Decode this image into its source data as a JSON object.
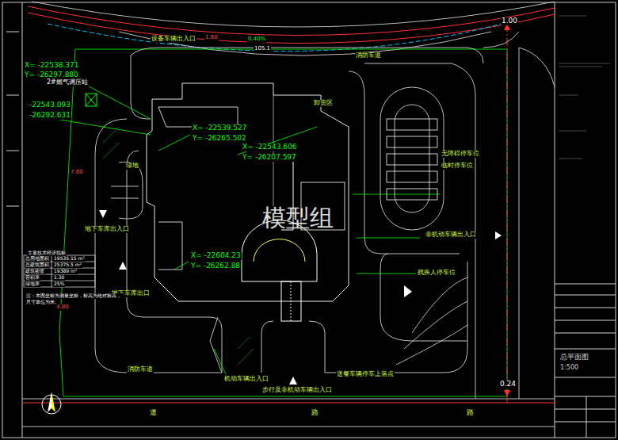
{
  "diagram": {
    "labels": [
      "X= -22538.371",
      "Y= -26297.880",
      "2#燃气调压站",
      "-22543.093",
      "-26292.631",
      "X= -22539.527",
      "Y= -26265.502",
      "X= -22543.606",
      "Y= -26207.597",
      "X= -22604.23",
      "Y= -26262.88",
      "模型组",
      "1.00",
      "0.24",
      "1.60",
      "0.40%",
      "105.1",
      "设备车辆出入口",
      "消防车道",
      "卸货区",
      "无障碍停车位",
      "临时停车位",
      "非机动车辆出入口",
      "残疾人停车位",
      "绿地",
      "地下车库出入口",
      "地下车库出口",
      "消防车道",
      "机动车辆出入口",
      "步行及非机动车辆出入口",
      "送餐车辆停车上落点",
      "道",
      "路",
      "路",
      "主要技术经济指标",
      "总用地面积",
      "19535.15 m²",
      "总建筑面积",
      "25375.5 m²",
      "建筑密度",
      "19389 m²",
      "容积率",
      "1.30",
      "绿地率",
      "25%",
      "注：本图坐标为测量坐标，标高为绝对标高，",
      "尺寸单位为米。",
      "4.80",
      "7.00",
      "总平面图",
      "1:500"
    ]
  }
}
